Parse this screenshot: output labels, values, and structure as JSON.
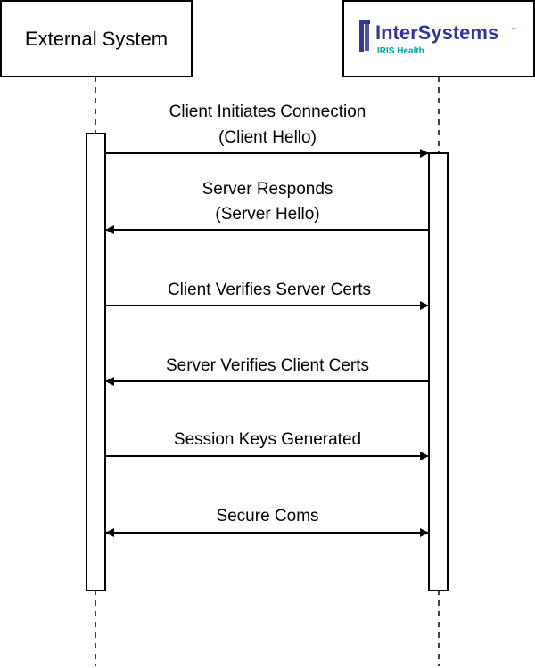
{
  "participants": {
    "left": {
      "label": "External System"
    },
    "right": {
      "logo_text": "InterSystems",
      "logo_tm": "™",
      "logo_subtext": "IRIS Health"
    }
  },
  "colors": {
    "logo_primary": "#333695",
    "logo_secondary": "#00a09a",
    "line": "#000000"
  },
  "messages": [
    {
      "lines": [
        "Client Initiates Connection",
        "(Client Hello)"
      ],
      "from": "left",
      "to": "right",
      "direction": "right"
    },
    {
      "lines": [
        "Server Responds",
        "(Server Hello)"
      ],
      "from": "right",
      "to": "left",
      "direction": "left"
    },
    {
      "lines": [
        "Client Verifies Server Certs"
      ],
      "from": "left",
      "to": "right",
      "direction": "right"
    },
    {
      "lines": [
        "Server Verifies Client Certs"
      ],
      "from": "right",
      "to": "left",
      "direction": "left"
    },
    {
      "lines": [
        "Session Keys Generated"
      ],
      "from": "left",
      "to": "right",
      "direction": "right"
    },
    {
      "lines": [
        "Secure Coms"
      ],
      "from": "left",
      "to": "right",
      "direction": "both"
    }
  ]
}
